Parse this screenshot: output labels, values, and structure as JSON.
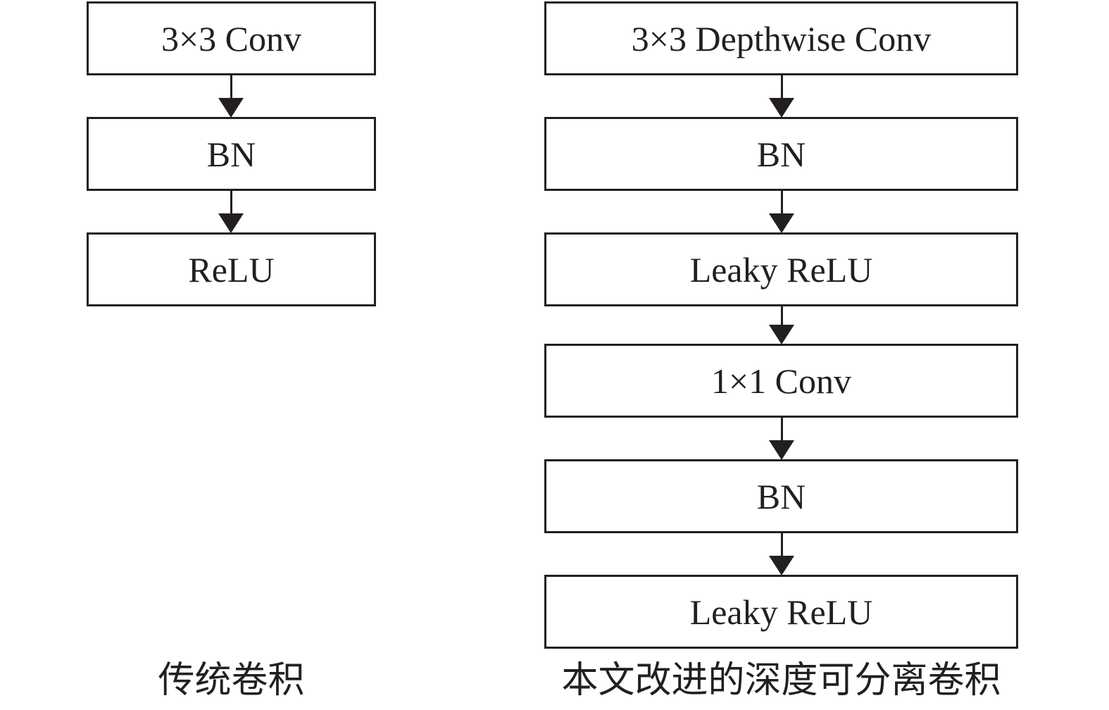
{
  "left_column": {
    "caption": "传统卷积",
    "blocks": [
      "3×3 Conv",
      "BN",
      "ReLU"
    ]
  },
  "right_column": {
    "caption": "本文改进的深度可分离卷积",
    "blocks": [
      "3×3 Depthwise Conv",
      "BN",
      "Leaky ReLU",
      "1×1 Conv",
      "BN",
      "Leaky ReLU"
    ]
  },
  "colors": {
    "stroke": "#231f20",
    "background": "#ffffff"
  }
}
